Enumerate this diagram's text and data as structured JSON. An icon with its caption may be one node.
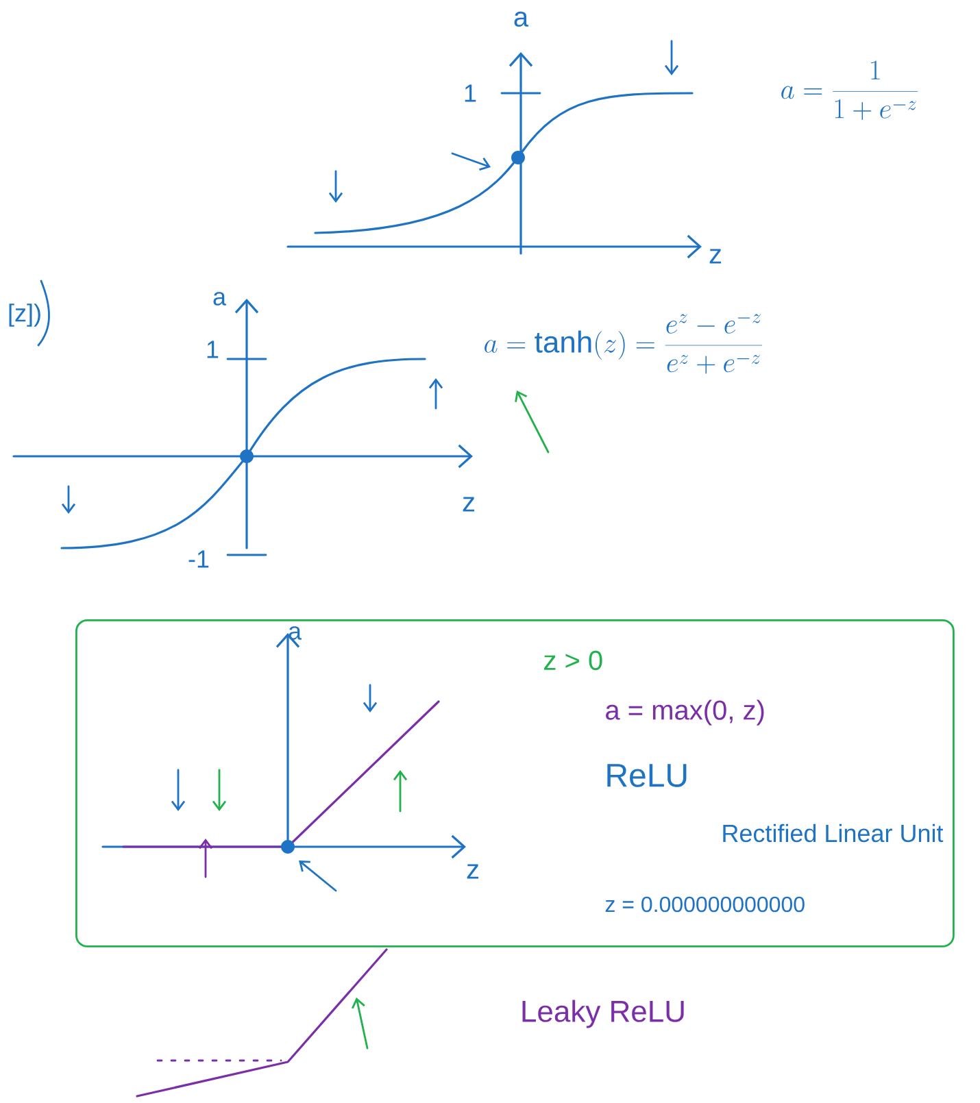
{
  "diagram": {
    "nodes": [
      {
        "text": [
          "z > 0",
          "a = max(0, z)",
          "ReLU",
          "Rectified Linear Unit",
          "z = 0.000000000000"
        ]
      }
    ],
    "labels": [
      "a",
      "1",
      "z",
      "a = \\frac{1}{1+e^{-z}}",
      "[z])",
      "a",
      "1",
      "-1",
      "z",
      "a = \\tanh(z) = \\frac{e^{z}-e^{-z}}{e^{z}+e^{-z}}",
      "a",
      "z",
      "Leaky ReLU"
    ]
  }
}
